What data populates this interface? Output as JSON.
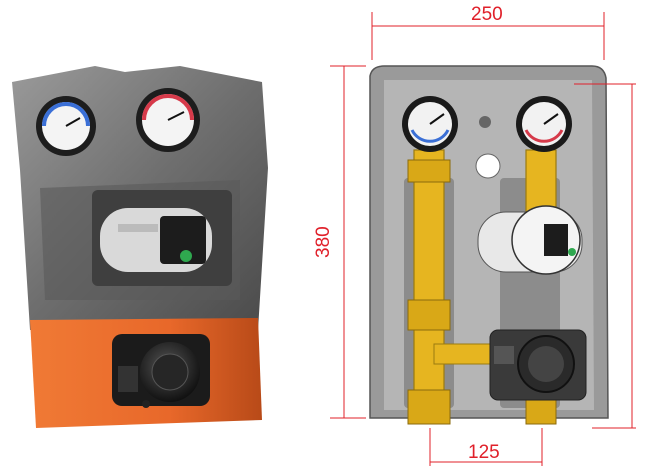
{
  "dimensions": {
    "width": "250",
    "height": "380",
    "pipe_spacing": "125"
  },
  "colors": {
    "dimension_lines": "#e0202a",
    "insulation_dark": "#4a4a4a",
    "insulation_light": "#8a8a8a",
    "actuator_orange": "#e8682a",
    "pipe_brass": "#e6b520",
    "gauge_blue": "#3a6fd6",
    "gauge_red": "#d63a4a"
  },
  "icons": [
    "cold-gauge-icon",
    "hot-gauge-icon",
    "pump-icon",
    "mixing-valve-actuator-icon"
  ]
}
